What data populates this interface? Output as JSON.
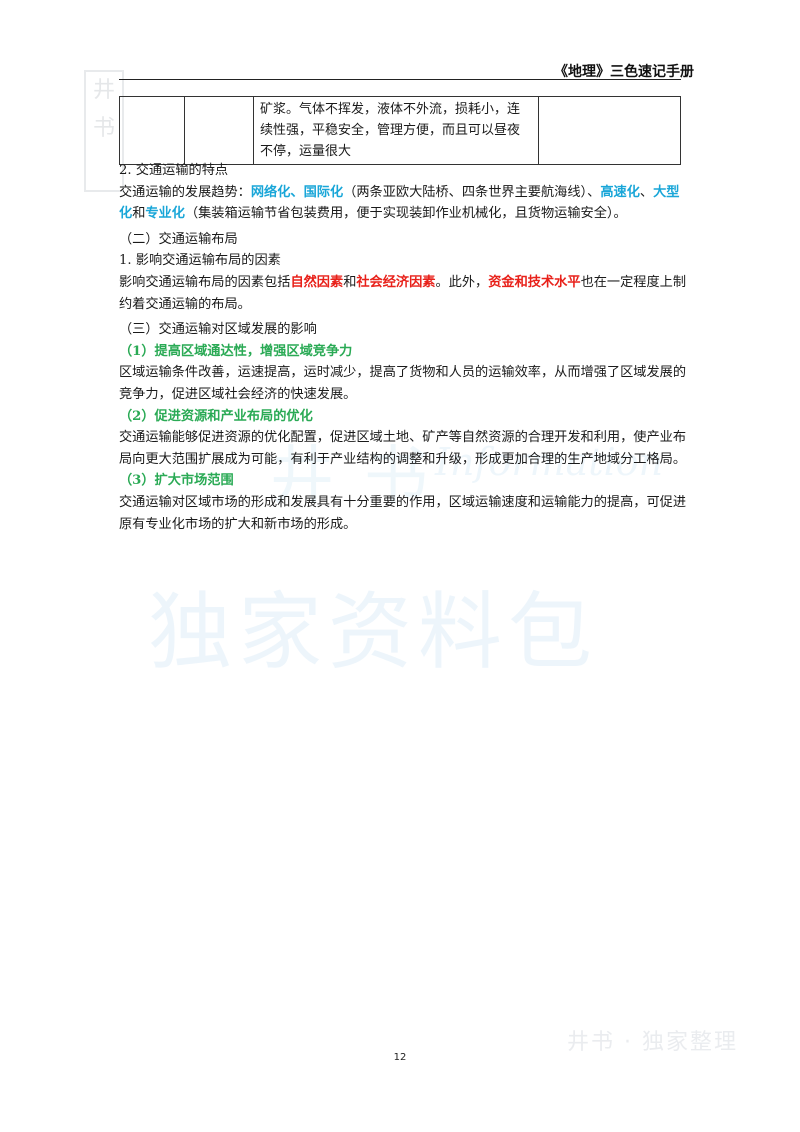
{
  "header": {
    "title": "《地理》三色速记手册"
  },
  "table_fragment": {
    "cell_text": "矿浆。气体不挥发，液体不外流，损耗小，连续性强，平稳安全，管理方便，而且可以昼夜不停，运量很大"
  },
  "sec2": {
    "heading": "2. 交通运输的特点",
    "p_lead": "交通运输的发展趋势：",
    "t1": "网络化、国际化",
    "p_mid1": "（两条亚欧大陆桥、四条世界主要航海线）、",
    "t2": "高速化",
    "p_mid2": "、",
    "t3": "大型化",
    "p_mid3": "和",
    "t4": "专业化",
    "p_tail": "（集装箱运输节省包装费用，便于实现装卸作业机械化，且货物运输安全）。"
  },
  "secB": {
    "heading": "（二）交通运输布局",
    "sub": "1. 影响交通运输布局的因素",
    "p_lead": "影响交通运输布局的因素包括",
    "f1": "自然因素",
    "p_and": "和",
    "f2": "社会经济因素",
    "p_mid": "。此外，",
    "f3": "资金和技术水平",
    "p_tail": "也在一定程度上制约着交通运输的布局。"
  },
  "secC": {
    "heading": "（三）交通运输对区域发展的影响",
    "i1_title": "（1）提高区域通达性，增强区域竞争力",
    "i1_body": "区域运输条件改善，运速提高，运时减少，提高了货物和人员的运输效率，从而增强了区域发展的竞争力，促进区域社会经济的快速发展。",
    "i2_title": "（2）促进资源和产业布局的优化",
    "i2_body": "交通运输能够促进资源的优化配置，促进区域土地、矿产等自然资源的合理开发和利用，使产业布局向更大范围扩展成为可能，有利于产业结构的调整和升级，形成更加合理的生产地域分工格局。",
    "i3_title": "（3）扩大市场范围",
    "i3_body": "交通运输对区域市场的形成和发展具有十分重要的作用，区域运输速度和运输能力的提高，可促进原有专业化市场的扩大和新市场的形成。"
  },
  "page_number": "12",
  "watermarks": {
    "seal": "井书",
    "mid": "井书",
    "info": "Information",
    "big": "独家资料包",
    "foot": "井书 · 独家整理"
  },
  "colors": {
    "blue": "#19a6d8",
    "red": "#e8211a",
    "green": "#2aaa55"
  }
}
